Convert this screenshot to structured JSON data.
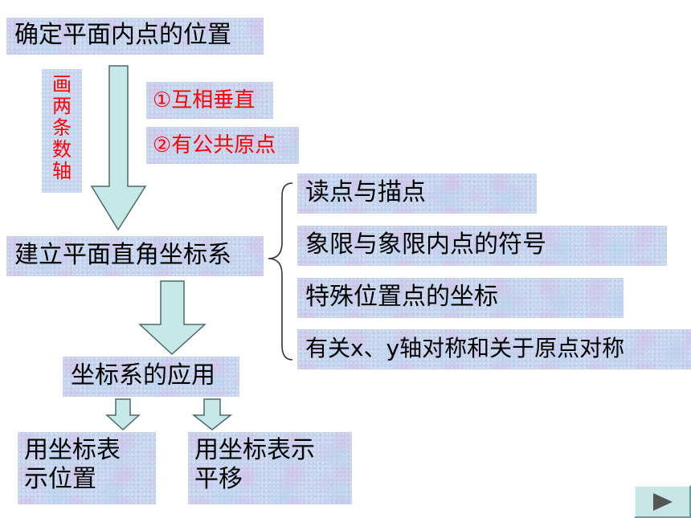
{
  "nodes": {
    "top": "确定平面内点的位置",
    "draw_axes": [
      "画",
      "两",
      "条",
      "数",
      "轴"
    ],
    "cond1": "①互相垂直",
    "cond2": "②有公共原点",
    "system": "建立平面直角坐标系",
    "branch": [
      "读点与描点",
      "象限与象限内点的符号",
      "特殊位置点的坐标",
      "有关x、y轴对称和关于原点对称"
    ],
    "application": "坐标系的应用",
    "app_left": [
      "用坐标表",
      "示位置"
    ],
    "app_right": [
      "用坐标表示",
      "平移"
    ]
  },
  "colors": {
    "box_fill": "#c6d4ee",
    "arrow_fill": "#c6e8e8",
    "arrow_stroke": "#4a6a6a",
    "highlight_text": "#ff0000"
  },
  "icons": {
    "nav": "play-next-icon"
  }
}
